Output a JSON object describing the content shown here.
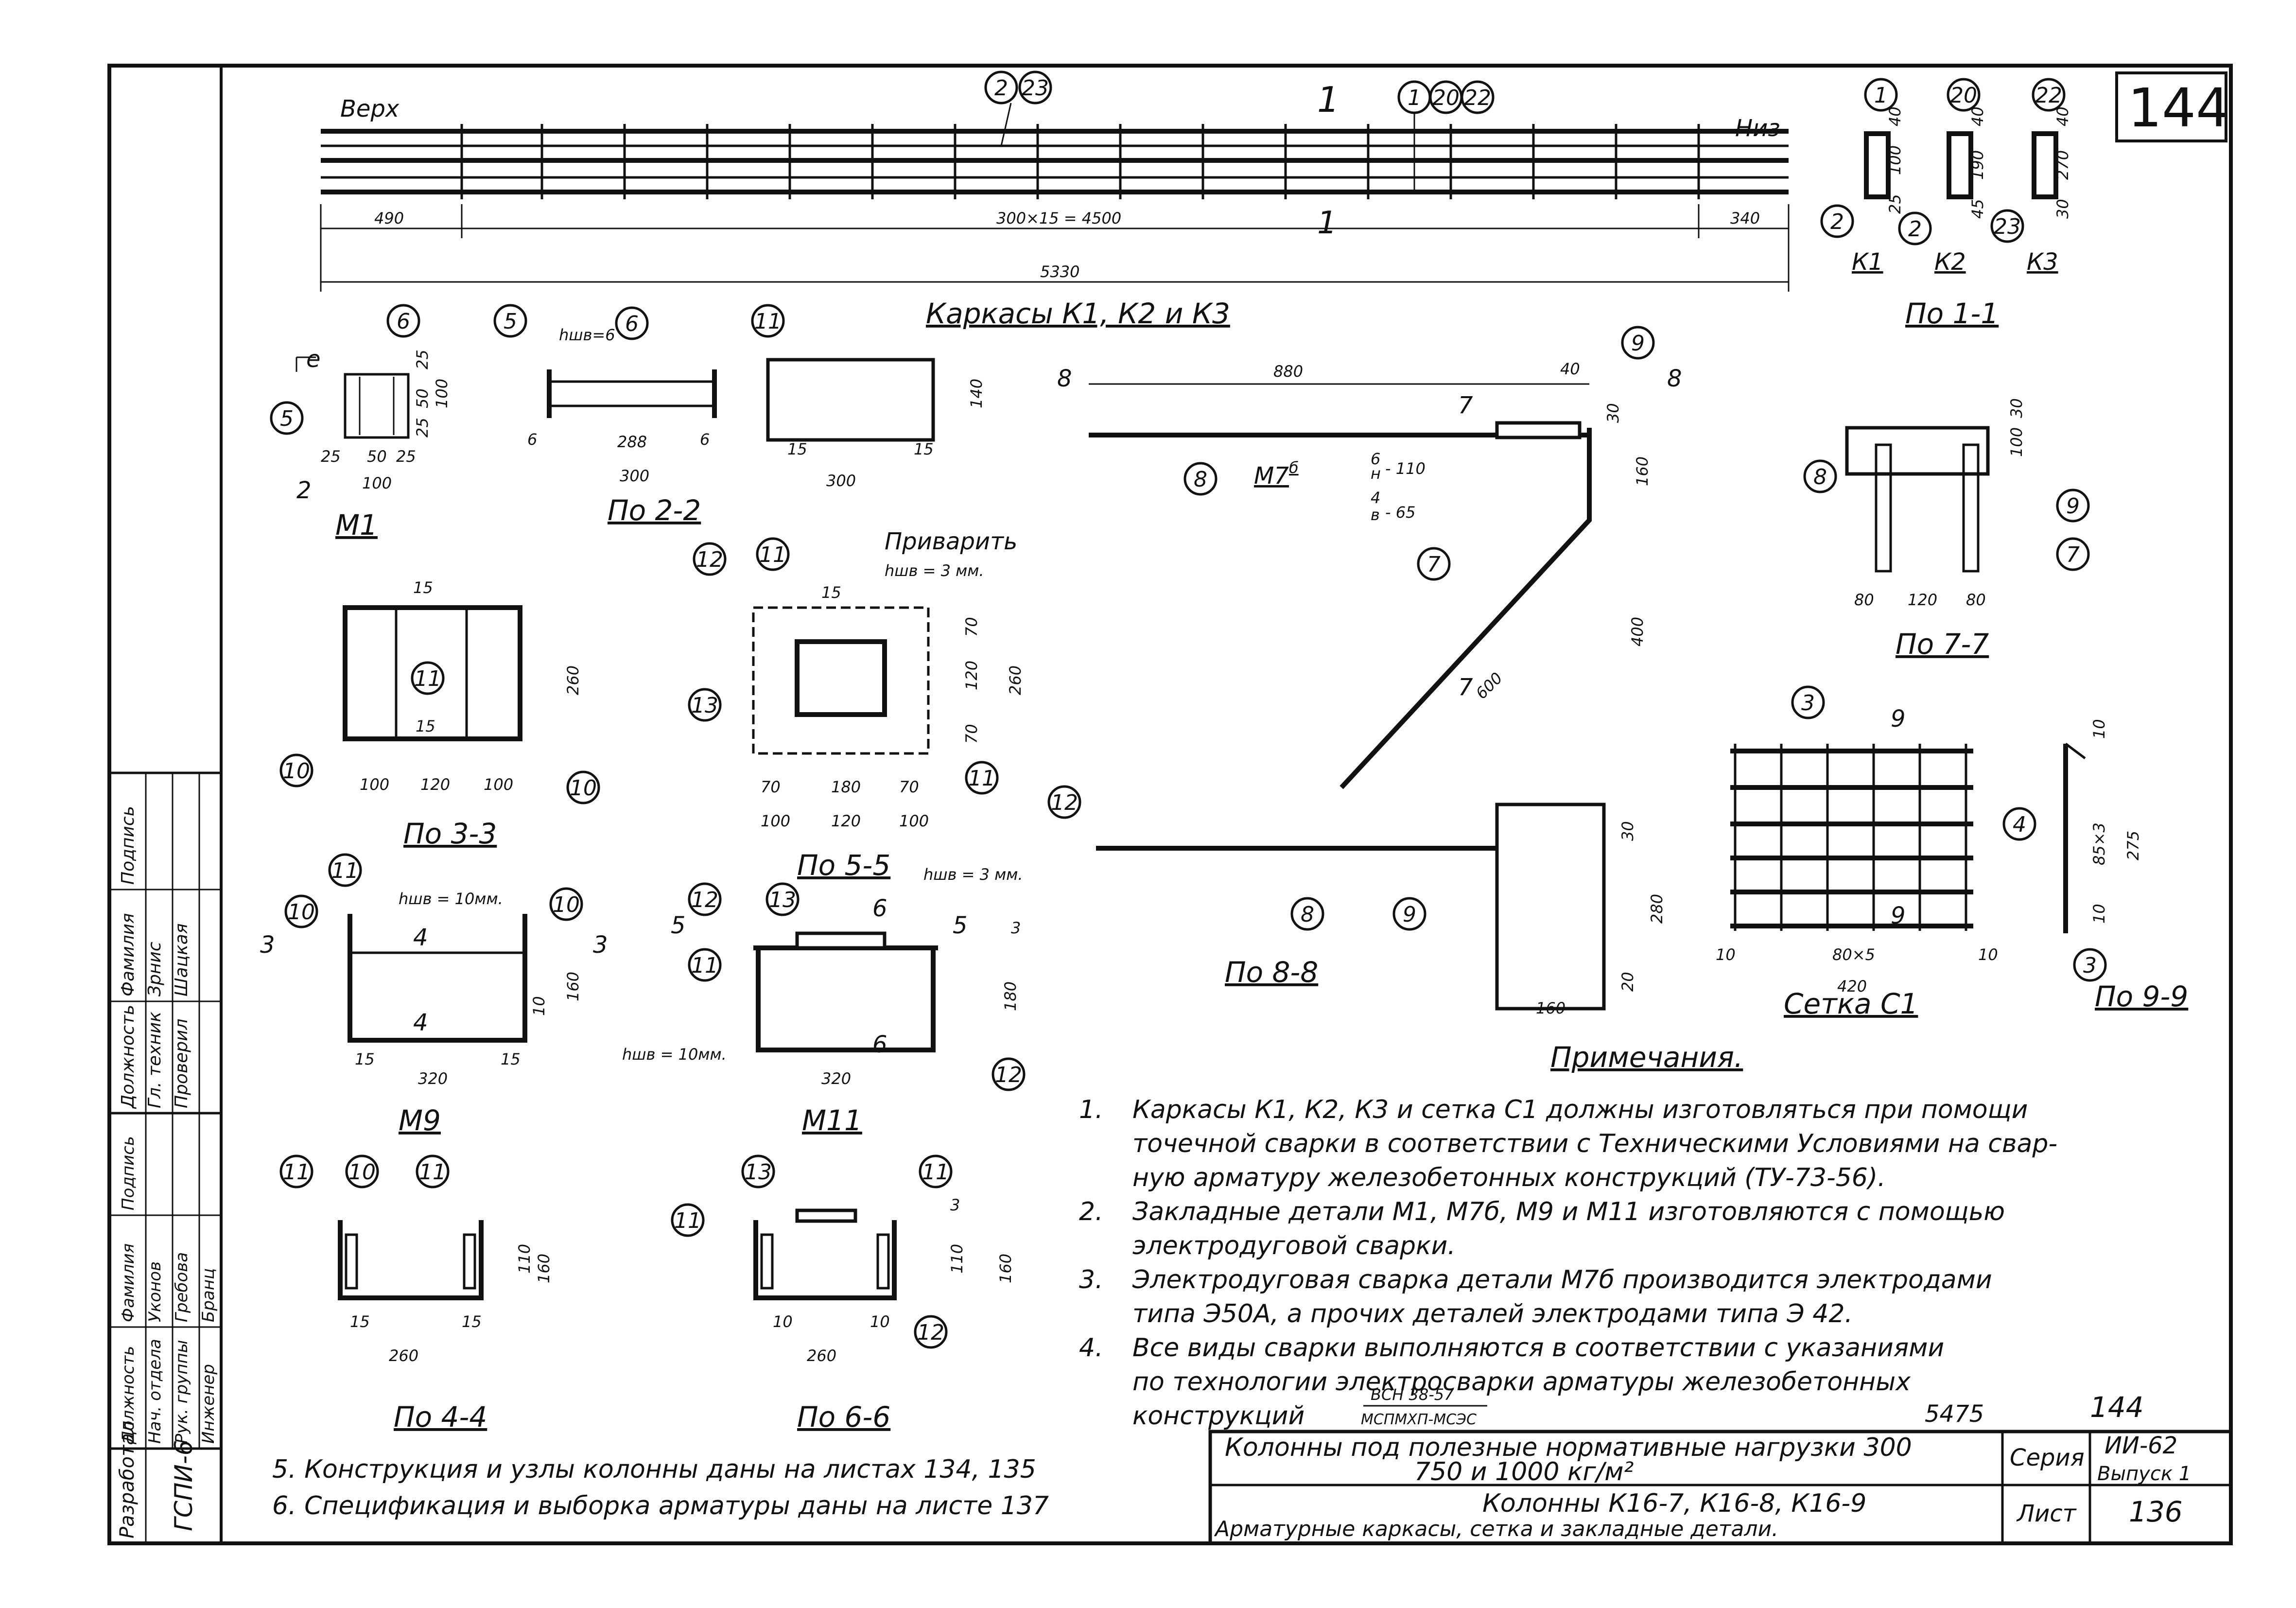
{
  "sheet_number": "144",
  "dwg_number": "5475",
  "sheet_number_small": "144",
  "frame_codes": {
    "code_left": "ГСПИ-6"
  },
  "marks": [
    "2",
    "23",
    "1",
    "20",
    "22",
    "6",
    "5",
    "11",
    "8",
    "9",
    "7",
    "12",
    "13",
    "10",
    "3",
    "4"
  ],
  "top_view": {
    "verh": "Верх",
    "niz": "Низ",
    "section_mark": "1",
    "dim_left": "490",
    "dim_center": "300×15 = 4500",
    "dim_right": "340",
    "dim_total": "5330",
    "title": "Каркасы К1, К2 и К3"
  },
  "sec11": {
    "dims": [
      "40",
      "100",
      "25",
      "40",
      "190",
      "45",
      "40",
      "270",
      "30"
    ],
    "labels": [
      "К1",
      "К2",
      "К3"
    ],
    "title": "По 1-1"
  },
  "m1": {
    "title": "М1",
    "dims": [
      "25",
      "50",
      "25",
      "100",
      "25",
      "50",
      "25",
      "100"
    ],
    "mark_e": "е",
    "mark_2": "2"
  },
  "s22": {
    "hwe": "hшв=6",
    "dims": [
      "6",
      "288",
      "6",
      "300"
    ],
    "title": "По 2-2"
  },
  "plate11": {
    "dims": [
      "140",
      "15",
      "15",
      "300"
    ]
  },
  "s33": {
    "dims": [
      "15",
      "15",
      "260",
      "100",
      "120",
      "100"
    ],
    "title": "По 3-3"
  },
  "s55": {
    "weld_note": "Приварить",
    "hwe": "hшв = 3 мм.",
    "dims": [
      "15",
      "70",
      "120",
      "70",
      "260",
      "70",
      "180",
      "70",
      "100",
      "120",
      "100"
    ],
    "title": "По 5-5"
  },
  "m7": {
    "dims": [
      "880",
      "40",
      "30",
      "160",
      "400",
      "600"
    ],
    "title": "М7",
    "title_sup": "б",
    "weld1_top": "6",
    "weld1_bot": "н",
    "weld1_tail": "- 110",
    "weld2_top": "4",
    "weld2_bot": "в",
    "weld2_tail": "- 65",
    "cut7": "7",
    "cut8": "8"
  },
  "s77": {
    "dims": [
      "30",
      "100",
      "80",
      "120",
      "80"
    ],
    "title": "По 7-7"
  },
  "m9": {
    "hwe": "hшв = 10мм.",
    "cut": "4",
    "dims": [
      "10",
      "160",
      "15",
      "320",
      "15"
    ],
    "title": "М9",
    "cut3": "3"
  },
  "m11": {
    "hwe_top": "hшв = 3 мм.",
    "hwe_bot": "hшв = 10мм.",
    "cut5": "5",
    "cut6": "6",
    "dims": [
      "3",
      "180",
      "320"
    ],
    "title": "М11"
  },
  "s88": {
    "dims": [
      "30",
      "280",
      "20",
      "160"
    ],
    "title": "По 8-8"
  },
  "c1": {
    "cut": "9",
    "dims": [
      "10",
      "80×5",
      "10",
      "420"
    ],
    "title": "Сетка С1"
  },
  "s99": {
    "dims": [
      "10",
      "85×3",
      "275",
      "10"
    ],
    "title": "По 9-9"
  },
  "s44": {
    "dims": [
      "110",
      "160",
      "15",
      "260",
      "15"
    ],
    "title": "По 4-4"
  },
  "s66": {
    "dims": [
      "3",
      "110",
      "160",
      "10",
      "260",
      "10"
    ],
    "title": "По 6-6"
  },
  "notes": {
    "header": "Примечания.",
    "items": [
      {
        "num": "1.",
        "text1": "Каркасы К1, К2, К3 и сетка С1 должны изготовляться при помощи",
        "text2": "точечной сварки в соответствии с Техническими Условиями на свар-",
        "text3": "ную арматуру железобетонных конструкций (ТУ-73-56)."
      },
      {
        "num": "2.",
        "text1": "Закладные детали М1, М7б, М9 и М11 изготовляются с помощью",
        "text2": "электродуговой сварки."
      },
      {
        "num": "3.",
        "text1": "Электродуговая сварка детали М7б производится электродами",
        "text2": "типа Э50А, а прочих деталей электродами типа Э 42."
      },
      {
        "num": "4.",
        "text1": "Все виды сварки выполняются в соответствии с указаниями",
        "text2": "по технологии электросварки арматуры железобетонных",
        "text3": "конструкций",
        "ref_top": "ВСН 38-57",
        "ref_bot": "МСПМХП-МСЭС"
      }
    ],
    "item5": "5. Конструкция и узлы колонны даны на листах 134, 135",
    "item6": "6. Спецификация и выборка арматуры даны на листе 137"
  },
  "side_stamp": {
    "roles": [
      "Разработал",
      "Нач. отдела",
      "Рук. группы",
      "Инженер",
      "Должность"
    ],
    "top_block": [
      "Должность",
      "Гл. техник",
      "Проверил",
      "Фамилия",
      "Зрнис",
      "Шацкая",
      "Подпись"
    ],
    "bottom_block": [
      "Должность",
      "Нач. отдела",
      "Рук. группы",
      "Инженер",
      "Фамилия",
      "Уконов",
      "Гребова",
      "Бранц",
      "Подпись"
    ]
  },
  "title_block": {
    "line1": "Колонны под полезные нормативные нагрузки 300",
    "line2": "750 и 1000 кг/м²",
    "line3": "Колонны К16-7, К16-8, К16-9",
    "line4": "Арматурные каркасы, сетка и закладные детали.",
    "seria_label": "Серия",
    "seria_value": "ИИ-62",
    "vypusk": "Выпуск 1",
    "list_label": "Лист",
    "list_value": "136"
  }
}
